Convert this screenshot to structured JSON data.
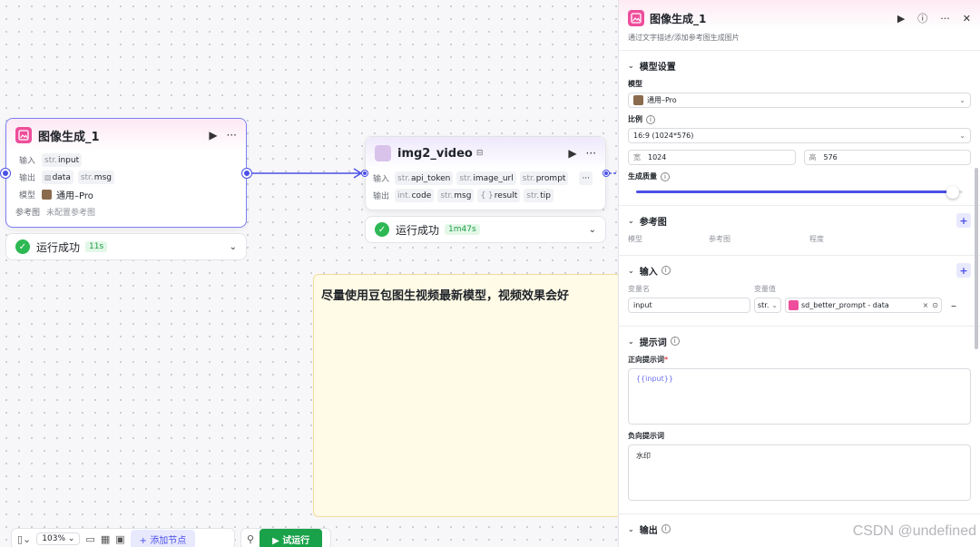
{
  "canvas": {
    "node1": {
      "title": "图像生成_1",
      "input_label": "输入",
      "output_label": "输出",
      "model_label": "模型",
      "ref_label": "参考图",
      "inputs": [
        {
          "type": "str.",
          "name": "input"
        }
      ],
      "outputs": [
        {
          "type": "",
          "name": "data"
        },
        {
          "type": "str.",
          "name": "msg"
        }
      ],
      "model": "通用–Pro",
      "ref_value": "未配置参考图",
      "status": "运行成功",
      "time": "11s"
    },
    "node2": {
      "title": "img2_video",
      "input_label": "输入",
      "output_label": "输出",
      "inputs": [
        {
          "type": "str.",
          "name": "api_token"
        },
        {
          "type": "str.",
          "name": "image_url"
        },
        {
          "type": "str.",
          "name": "prompt"
        }
      ],
      "outputs": [
        {
          "type": "int.",
          "name": "code"
        },
        {
          "type": "str.",
          "name": "msg"
        },
        {
          "type": "{ }",
          "name": "result"
        },
        {
          "type": "str.",
          "name": "tip"
        }
      ],
      "status": "运行成功",
      "time": "1m47s"
    },
    "note": "尽量使用豆包图生视频最新模型，视频效果会好"
  },
  "toolbar": {
    "zoom": "103%",
    "add_node": "添加节点",
    "test_run": "试运行"
  },
  "panel": {
    "title": "图像生成_1",
    "description": "通过文字描述/添加参考图生成图片",
    "model_section": {
      "title": "模型设置",
      "model_label": "模型",
      "model_value": "通用–Pro",
      "ratio_label": "比例",
      "ratio_value": "16:9 (1024*576)",
      "width_prefix": "宽",
      "width_value": "1024",
      "height_prefix": "高",
      "height_value": "576",
      "quality_label": "生成质量",
      "quality_fraction": 0.97
    },
    "ref_section": {
      "title": "参考图",
      "columns": [
        "模型",
        "参考图",
        "程度"
      ]
    },
    "input_section": {
      "title": "输入",
      "col_name": "变量名",
      "col_value": "变量值",
      "var_name": "input",
      "var_type": "str.",
      "var_ref": "sd_better_prompt - data"
    },
    "prompt_section": {
      "title": "提示词",
      "positive_label": "正向提示词",
      "positive_value": "{{input}}",
      "negative_label": "负向提示词",
      "negative_value": "水印"
    },
    "output_section": {
      "title": "输出"
    }
  },
  "watermark": "CSDN @undefined",
  "colors": {
    "accent": "#4b50e6",
    "success": "#2db854",
    "brand_pink": "#ee4e9b",
    "note_bg": "#fffbe6"
  }
}
